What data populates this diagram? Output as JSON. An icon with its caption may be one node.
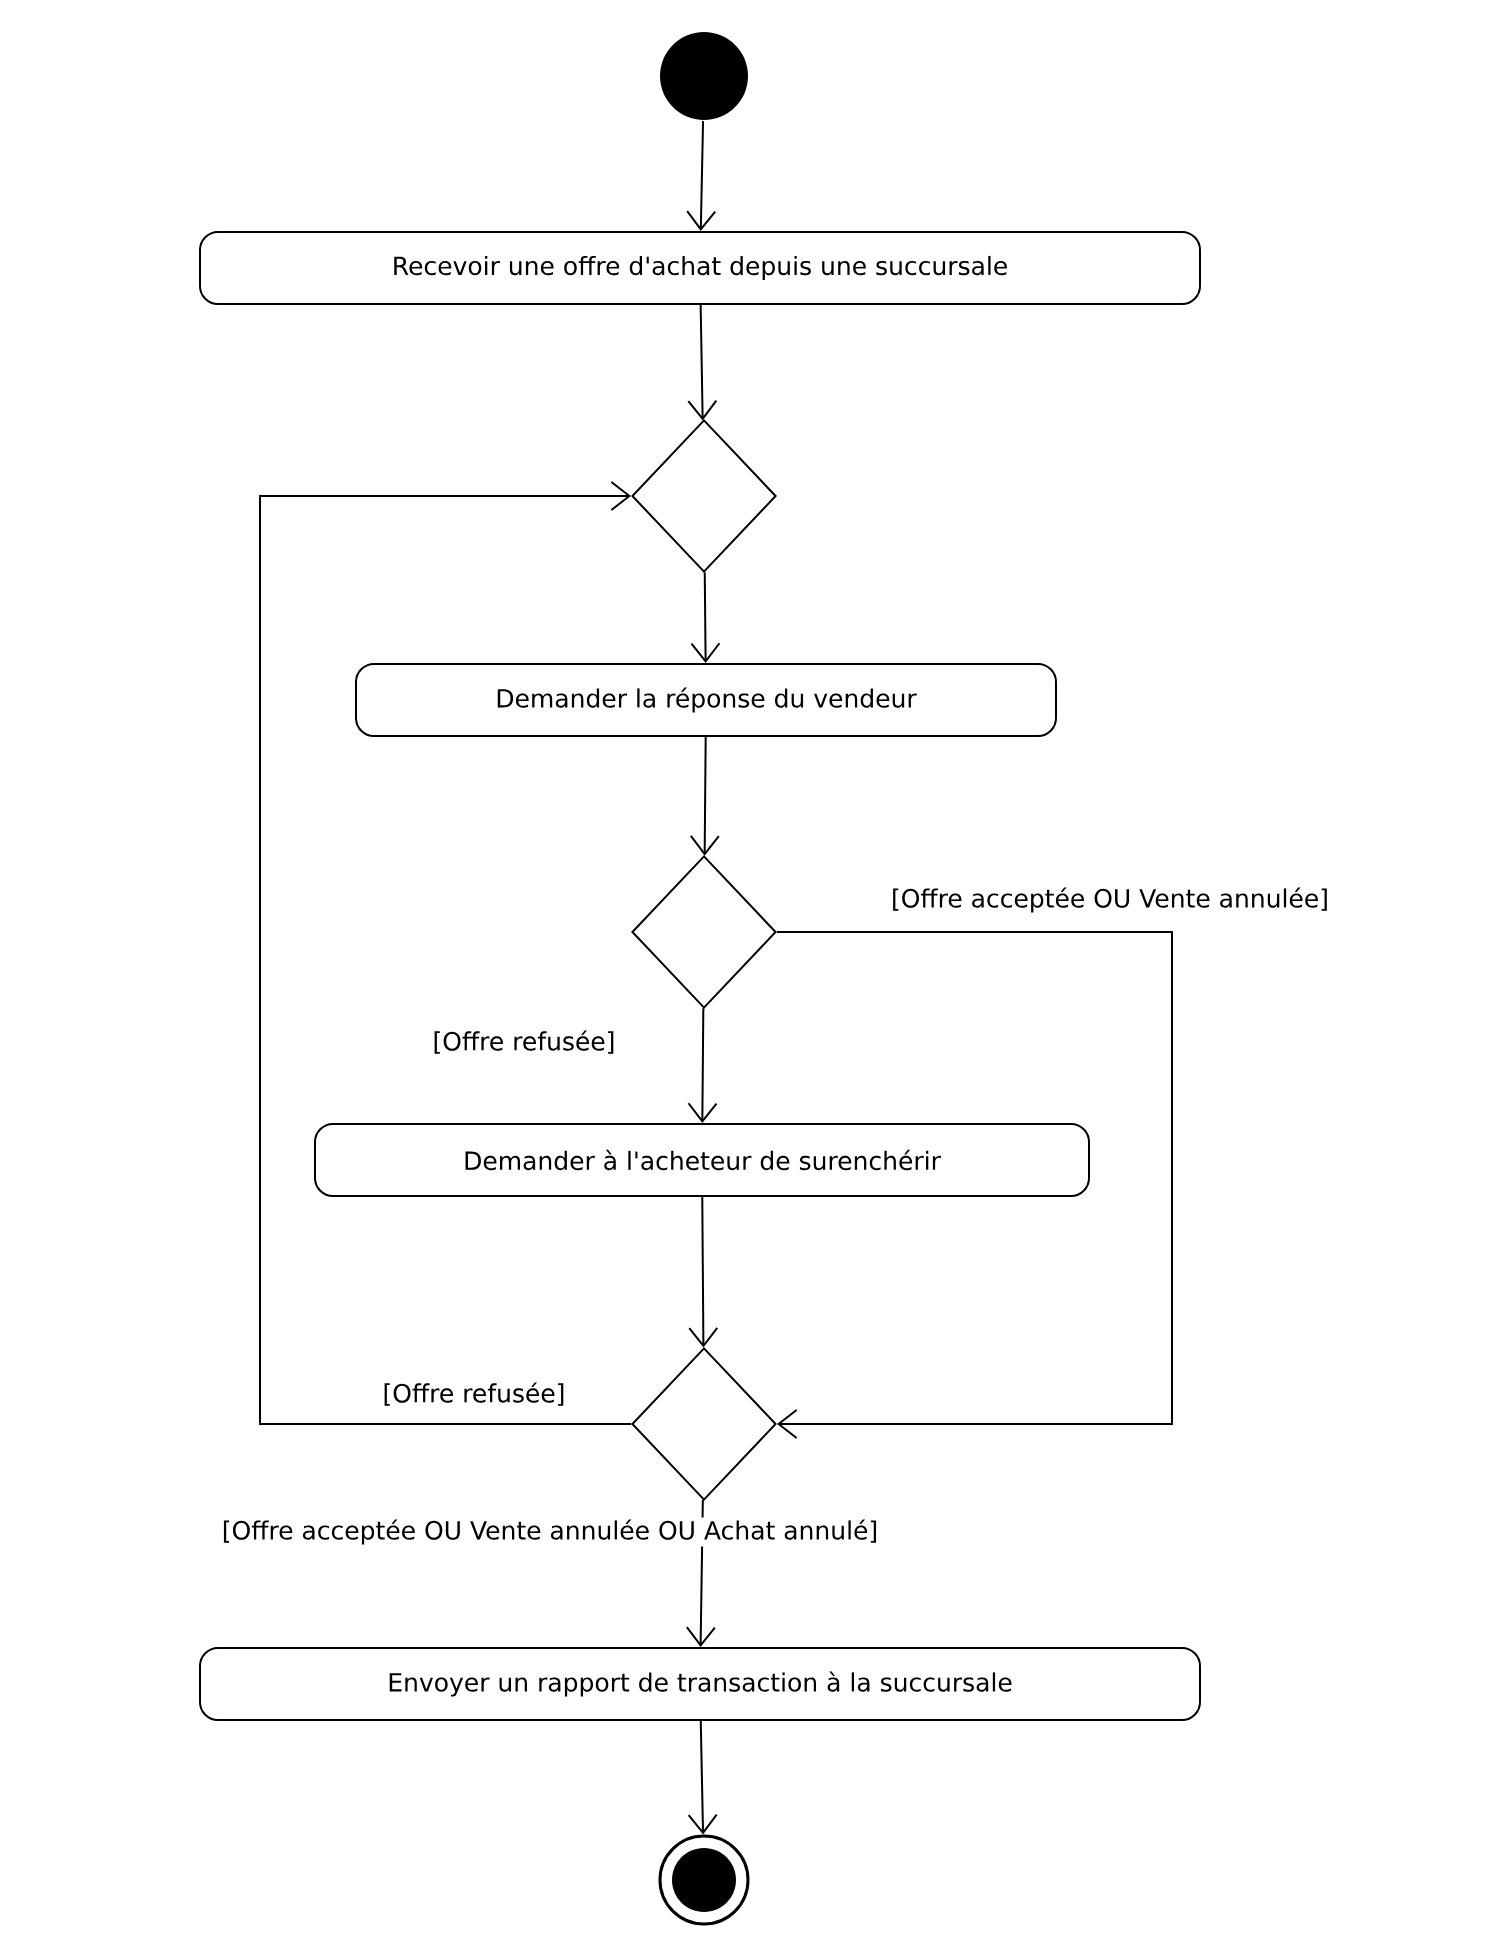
{
  "diagram": {
    "nodes": [
      {
        "text": [],
        "shape": "circle"
      },
      {
        "text": [
          "Recevoir une offre d'achat depuis une succursale"
        ]
      },
      {
        "text": [],
        "shape": "diamond"
      },
      {
        "text": [
          "Demander la réponse du vendeur"
        ]
      },
      {
        "text": [],
        "shape": "diamond"
      },
      {
        "text": [
          "Demander à l'acheteur de surenchérir"
        ]
      },
      {
        "text": [],
        "shape": "diamond"
      },
      {
        "text": [
          "Envoyer un rapport de transaction à la succursale"
        ]
      },
      {
        "text": [],
        "shape": "bullseye"
      }
    ],
    "edges": [
      {
        "from": 0,
        "to": 1,
        "arrow": "to"
      },
      {
        "from": 1,
        "to": 2,
        "arrow": "to"
      },
      {
        "from": 2,
        "to": 3,
        "arrow": "to"
      },
      {
        "from": 3,
        "to": 4,
        "arrow": "to"
      },
      {
        "from": 4,
        "to": 5,
        "arrow": "to",
        "label": "[Offre refusée]"
      },
      {
        "from": 4,
        "to": 6,
        "arrow": "to",
        "label": "[Offre acceptée OU Vente annulée]"
      },
      {
        "from": 5,
        "to": 6,
        "arrow": "to"
      },
      {
        "from": 6,
        "to": 2,
        "arrow": "to",
        "label": "[Offre refusée]"
      },
      {
        "from": 6,
        "to": 7,
        "arrow": "to",
        "label": "[Offre acceptée OU Vente annulée OU Achat annulé]"
      },
      {
        "from": 7,
        "to": 8,
        "arrow": "to"
      }
    ]
  }
}
